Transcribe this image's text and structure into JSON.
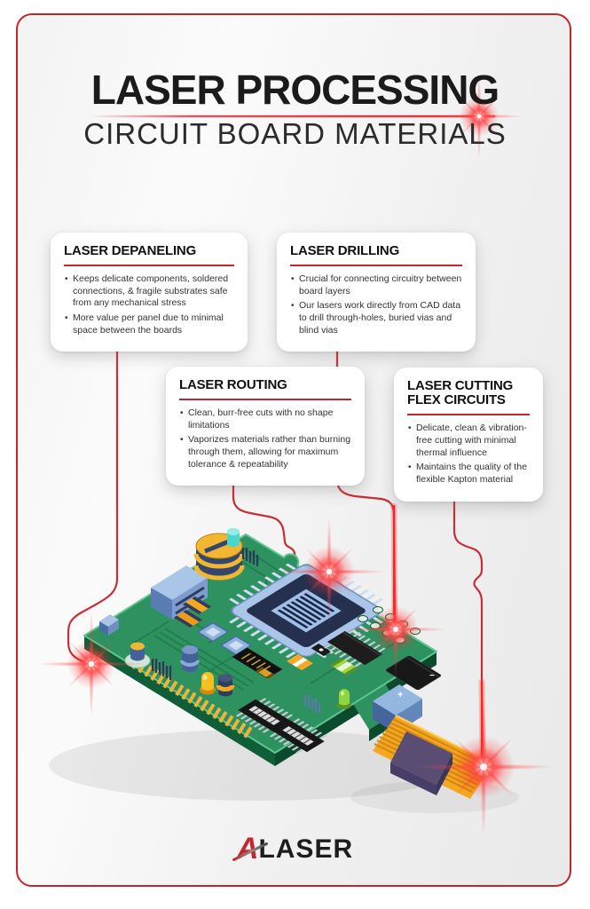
{
  "header": {
    "title": "LASER PROCESSING",
    "subtitle": "CIRCUIT BOARD MATERIALS"
  },
  "callouts": [
    {
      "title": "LASER DEPANELING",
      "bullets": [
        "Keeps delicate components, soldered connections, & fragile substrates safe from any mechanical stress",
        "More value per panel due to minimal space between the boards"
      ]
    },
    {
      "title": "LASER DRILLING",
      "bullets": [
        "Crucial for connecting circuitry between board layers",
        "Our lasers work directly from CAD data to drill through-holes, buried vias and blind vias"
      ]
    },
    {
      "title": "LASER ROUTING",
      "bullets": [
        "Clean, burr-free cuts with no shape limitations",
        "Vaporizes materials rather than burning through them, allowing for maximum tolerance & repeatability"
      ]
    },
    {
      "title": "LASER CUTTING FLEX CIRCUITS",
      "bullets": [
        "Delicate, clean & vibration-free cutting with minimal thermal influence",
        "Maintains the quality of the flexible Kapton material"
      ]
    }
  ],
  "logo": {
    "prefix": "A",
    "name": "LASER"
  },
  "illustration": {
    "battery_plus": "+",
    "battery_minus": "−"
  },
  "colors": {
    "accent_red": "#C2272D",
    "laser_red": "#FF2525",
    "board_green_top": "#2E9160",
    "board_green_side": "#0F5E39",
    "gold": "#F0B832",
    "text_dark": "#1B1B1B",
    "background": "#F1F1F1"
  }
}
